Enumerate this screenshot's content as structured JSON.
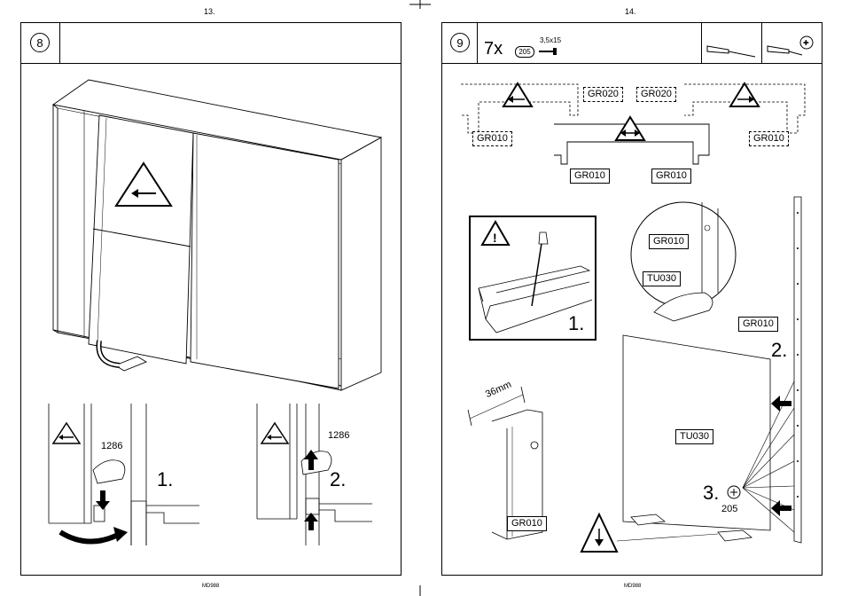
{
  "pages": {
    "left": {
      "number": "13.",
      "step": "8",
      "model": "MD988",
      "length_label_1": "1286",
      "length_label_2": "1286",
      "sub_step_1": "1.",
      "sub_step_2": "2."
    },
    "right": {
      "number": "14.",
      "step": "9",
      "hardware": {
        "quantity": "7x",
        "part_code": "205",
        "screw_size": "3,5x15"
      },
      "labels": {
        "gr020_a": "GR020",
        "gr020_b": "GR020",
        "gr010_tl": "GR010",
        "gr010_tr": "GR010",
        "gr010_bl": "GR010",
        "gr010_br": "GR010",
        "gr010_circle": "GR010",
        "tu030_circle": "TU030",
        "gr010_side": "GR010",
        "tu030_panel": "TU030",
        "gr010_bottom": "GR010"
      },
      "sub_step_1": "1.",
      "sub_step_2": "2.",
      "sub_step_3": "3.",
      "screw_code": "205",
      "dimension": "36mm",
      "model": "MD988"
    }
  }
}
